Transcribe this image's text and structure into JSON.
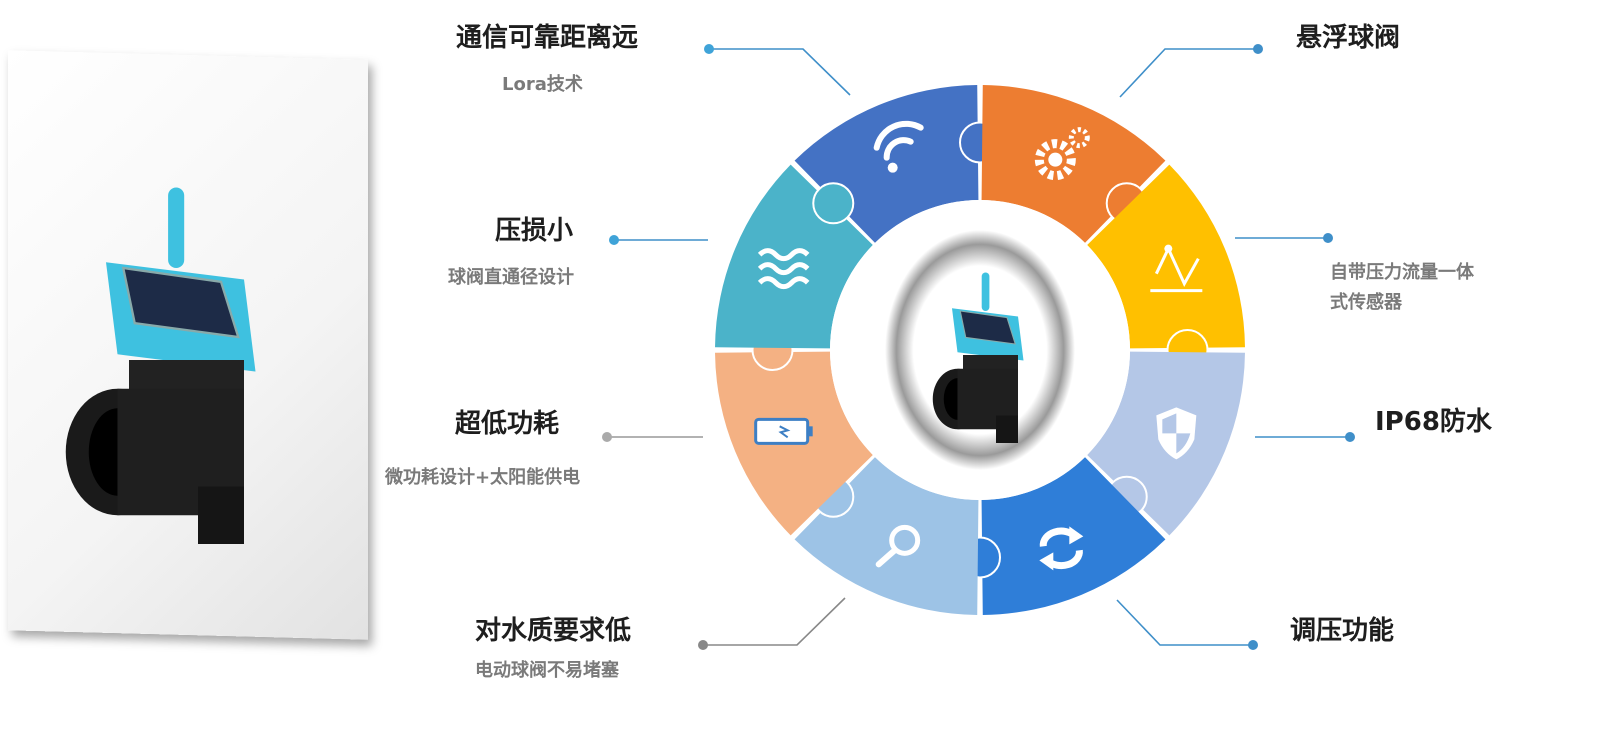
{
  "features": [
    {
      "id": "comm",
      "title": "通信可靠距离远",
      "subtitle": "Lora技术",
      "icon": "wifi-icon",
      "color": "#4472c4"
    },
    {
      "id": "valve",
      "title": "悬浮球阀",
      "subtitle": "",
      "icon": "gears-icon",
      "color": "#ed7d31"
    },
    {
      "id": "sensor",
      "title": "自带压力流量一体",
      "title2": "式传感器",
      "icon": "chart-icon",
      "color": "#ffc000"
    },
    {
      "id": "waterproof",
      "title": "IP68防水",
      "subtitle": "",
      "icon": "shield-icon",
      "color": "#b4c7e7"
    },
    {
      "id": "pressure",
      "title": "调压功能",
      "subtitle": "",
      "icon": "refresh-icon",
      "color": "#2f7ed8"
    },
    {
      "id": "quality",
      "title": "对水质要求低",
      "subtitle": "电动球阀不易堵塞",
      "icon": "search-icon",
      "color": "#9dc3e6"
    },
    {
      "id": "power",
      "title": "超低功耗",
      "subtitle": "微功耗设计+太阳能供电",
      "icon": "battery-icon",
      "color": "#f4b183"
    },
    {
      "id": "loss",
      "title": "压损小",
      "subtitle": "球阀直通径设计",
      "icon": "waves-icon",
      "color": "#4bb3c9"
    }
  ],
  "colors": {
    "line_blue": "#3f8fc9",
    "line_gray": "#888888",
    "device": "#3ec1e0"
  }
}
